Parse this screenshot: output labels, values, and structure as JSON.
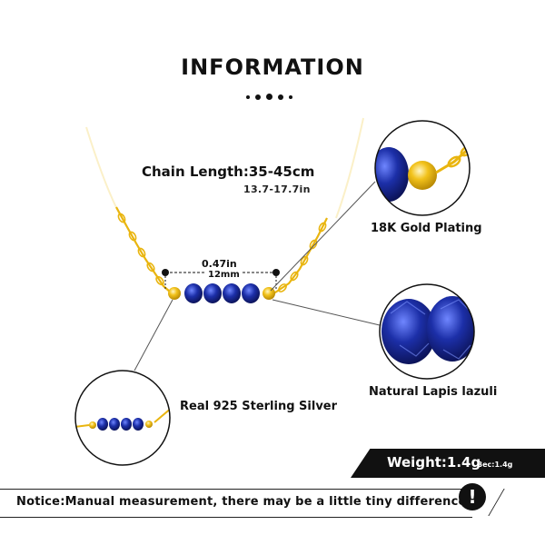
{
  "header": {
    "title": "INFORMATION"
  },
  "chain": {
    "length_label": "Chain Length:35-45cm",
    "length_inches": "13.7-17.7in"
  },
  "pendant_measure": {
    "inches": "0.47in",
    "millimeters": "12mm"
  },
  "callouts": {
    "gold_plating": "18K Gold Plating",
    "gemstone": "Natural Lapis lazuli",
    "material": "Real 925  Sterling  Silver"
  },
  "weight": {
    "main": "Weight:1.4g",
    "secondary": "Bec:1.4g"
  },
  "notice": {
    "text": "Notice:Manual measurement, there may be a little tiny difference.",
    "badge_symbol": "!"
  },
  "colors": {
    "gold": "#f2c21b",
    "lapis": "#1c2fa8",
    "dark": "#111111",
    "background": "#ffffff"
  }
}
